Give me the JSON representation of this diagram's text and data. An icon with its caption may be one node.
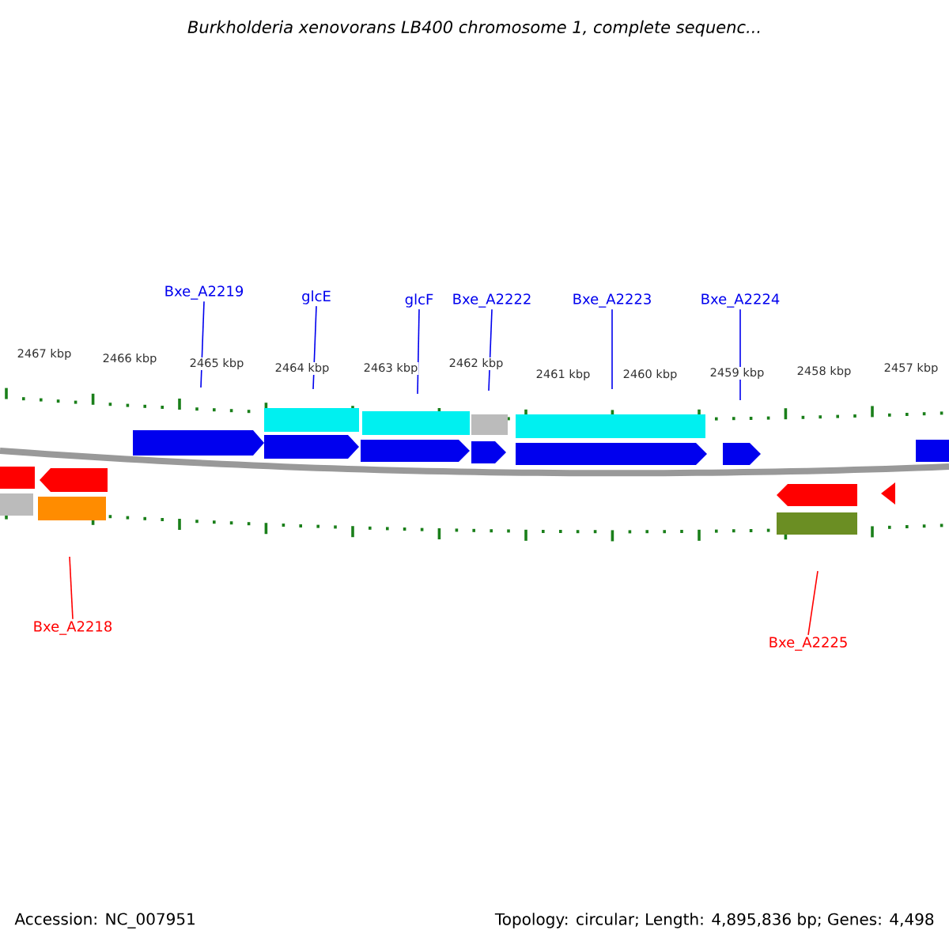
{
  "diagram": {
    "title": "Burkholderia xenovorans LB400 chromosome 1, complete sequenc...",
    "nodes": [
      {
        "text": [
          "Bxe_A2219"
        ]
      },
      {
        "text": [
          "glcE"
        ]
      },
      {
        "text": [
          "glcF"
        ]
      },
      {
        "text": [
          "Bxe_A2222"
        ]
      },
      {
        "text": [
          "Bxe_A2223"
        ]
      },
      {
        "text": [
          "Bxe_A2224"
        ]
      },
      {
        "text": [
          "Bxe_A2218"
        ]
      },
      {
        "text": [
          "Bxe_A2225"
        ]
      }
    ],
    "edges": [
      {
        "from": 0,
        "to": null,
        "arrow": "none"
      },
      {
        "from": 1,
        "to": null,
        "arrow": "none"
      },
      {
        "from": 2,
        "to": null,
        "arrow": "none"
      },
      {
        "from": 3,
        "to": null,
        "arrow": "none"
      },
      {
        "from": 4,
        "to": null,
        "arrow": "none"
      },
      {
        "from": 5,
        "to": null,
        "arrow": "none"
      },
      {
        "from": 6,
        "to": null,
        "arrow": "none",
        "color": "#ff0000"
      },
      {
        "from": 7,
        "to": null,
        "arrow": "none",
        "color": "#ff0000"
      }
    ],
    "labels": [
      "2467 kbp",
      "2466 kbp",
      "2465 kbp",
      "2464 kbp",
      "2463 kbp",
      "2462 kbp",
      "2461 kbp",
      "2460 kbp",
      "2459 kbp",
      "2458 kbp",
      "2457 kbp",
      "Accession: NC_007951",
      "Topology: circular; Length: 4,895,836 bp; Genes: 4,498"
    ]
  }
}
